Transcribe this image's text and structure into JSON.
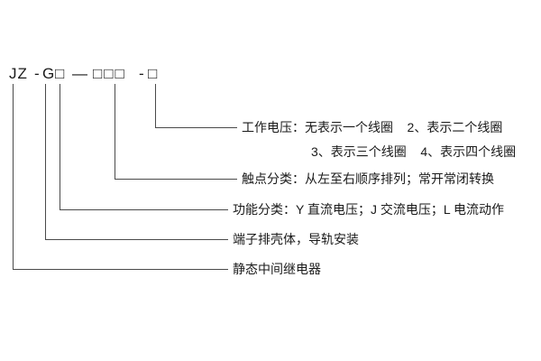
{
  "model": {
    "jz": "JZ",
    "dash1": "-",
    "g": "G",
    "box_function": "□",
    "dash2": "—",
    "boxes_contacts": "□□□",
    "dash3": "-",
    "box_voltage": "□"
  },
  "callouts": {
    "working_voltage_line1": "工作电压：无表示一个线圈    2、表示二个线圈",
    "working_voltage_line2": "3、表示三个线圈    4、表示四个线圈",
    "contacts": "触点分类：从左至右顺序排列；常开常闭转换",
    "function": "功能分类：Y 直流电压；J 交流电压；L 电流动作",
    "housing": "端子排壳体，导轨安装",
    "relay_type": "静态中间继电器"
  }
}
